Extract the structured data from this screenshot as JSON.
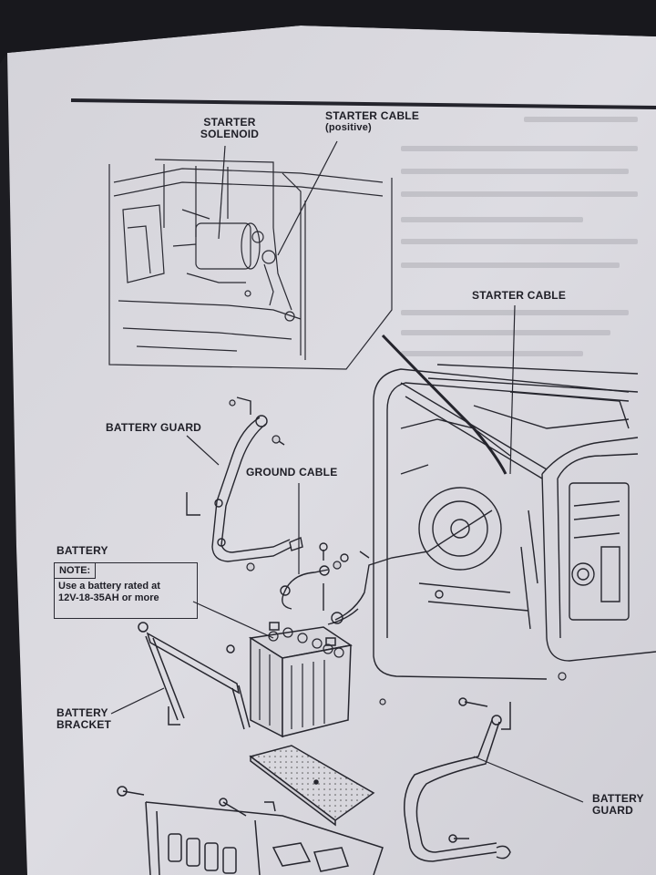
{
  "labels": {
    "starter_solenoid": [
      "STARTER",
      "SOLENOID"
    ],
    "starter_cable_positive": [
      "STARTER CABLE",
      "(positive)"
    ],
    "starter_cable": "STARTER CABLE",
    "battery_guard_top": "BATTERY GUARD",
    "ground_cable": "GROUND CABLE",
    "battery": "BATTERY",
    "battery_bracket": [
      "BATTERY",
      "BRACKET"
    ],
    "battery_guard_bottom": [
      "BATTERY",
      "GUARD"
    ]
  },
  "note": {
    "heading": "NOTE:",
    "lines": [
      "Use a battery rated at",
      "12V-18-35AH or more"
    ]
  },
  "colors": {
    "paper": "#d9d8de",
    "ink": "#26262e",
    "background": "#1d1d22"
  }
}
